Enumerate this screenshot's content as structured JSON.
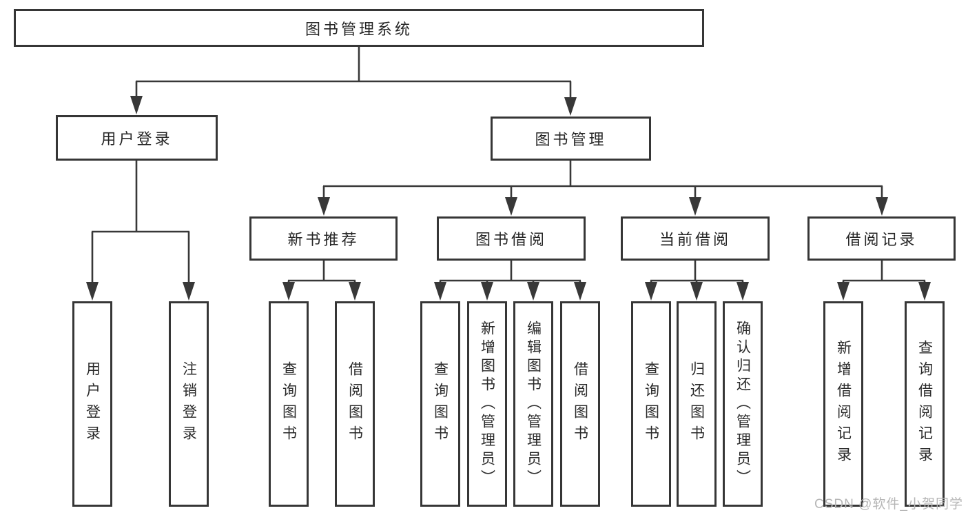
{
  "diagram_type": "hierarchy-tree",
  "tree": {
    "label": "图书管理系统",
    "children": [
      {
        "label": "用户登录",
        "children": [
          {
            "label": "用户登录"
          },
          {
            "label": "注销登录"
          }
        ]
      },
      {
        "label": "图书管理",
        "children": [
          {
            "label": "新书推荐",
            "children": [
              {
                "label": "查询图书"
              },
              {
                "label": "借阅图书"
              }
            ]
          },
          {
            "label": "图书借阅",
            "children": [
              {
                "label": "查询图书"
              },
              {
                "label": "新增图书（管理员）"
              },
              {
                "label": "编辑图书（管理员）"
              },
              {
                "label": "借阅图书"
              }
            ]
          },
          {
            "label": "当前借阅",
            "children": [
              {
                "label": "查询图书"
              },
              {
                "label": "归还图书"
              },
              {
                "label": "确认归还（管理员）"
              }
            ]
          },
          {
            "label": "借阅记录",
            "children": [
              {
                "label": "新增借阅记录"
              },
              {
                "label": "查询借阅记录"
              }
            ]
          }
        ]
      }
    ]
  },
  "watermark": {
    "text": "CSDN @软件_小贺同学",
    "color": "#b6b6b6"
  },
  "colors": {
    "line": "#383838",
    "box_border": "#363636",
    "text": "#262626",
    "background": "#ffffff"
  }
}
